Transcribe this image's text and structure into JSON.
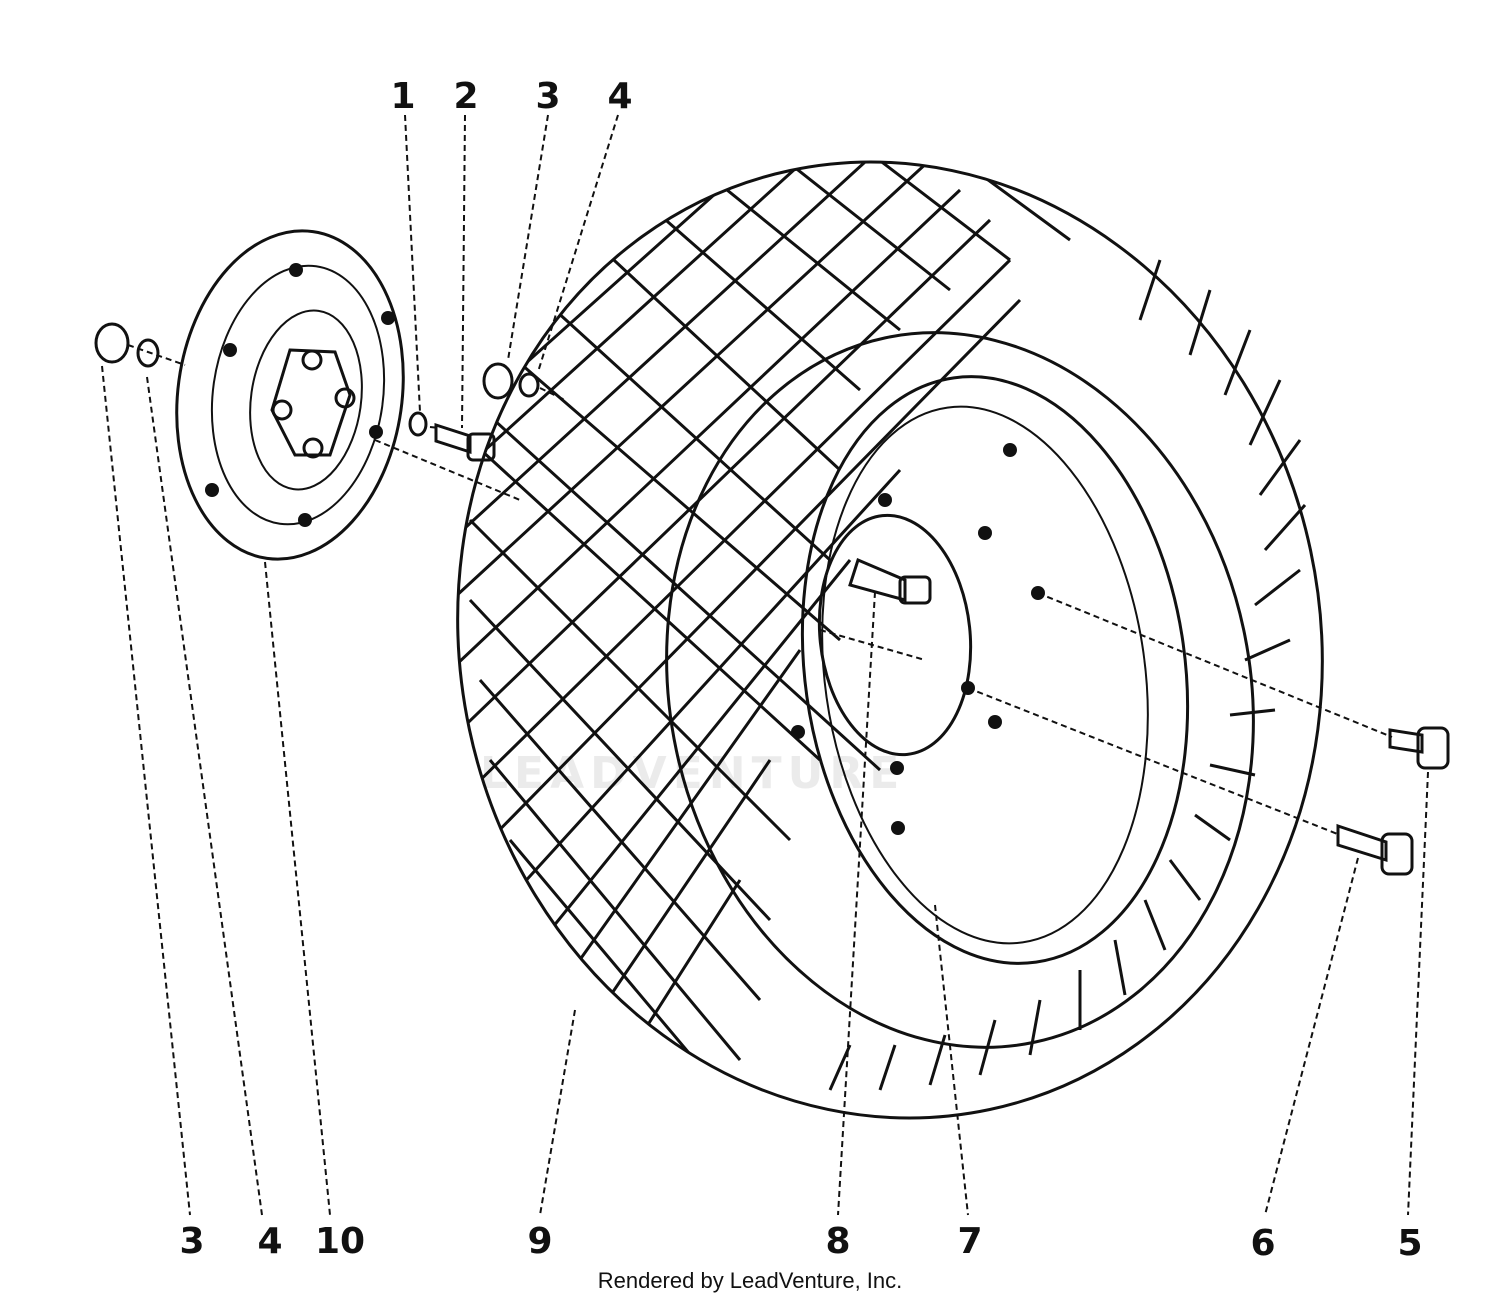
{
  "callouts_top": [
    {
      "label": "1"
    },
    {
      "label": "2"
    },
    {
      "label": "3"
    },
    {
      "label": "4"
    }
  ],
  "callouts_bottom": [
    {
      "label": "3"
    },
    {
      "label": "4"
    },
    {
      "label": "10"
    },
    {
      "label": "9"
    },
    {
      "label": "8"
    },
    {
      "label": "7"
    },
    {
      "label": "6"
    },
    {
      "label": "5"
    }
  ],
  "watermark_text": "LEADVENTURE",
  "credit_text": "Rendered by LeadVenture, Inc."
}
